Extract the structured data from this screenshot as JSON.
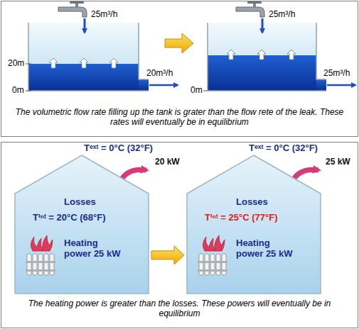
{
  "diagram": {
    "nodes": [
      {
        "text": [
          "The volumetric flow rate filling up the tank is grater than the flow rete of the leak. These rates will eventually be in equilibrium"
        ]
      },
      {
        "text": [
          "The heating power is greater than the losses. These powers will eventually be in equilibrium"
        ]
      },
      {
        "text": [
          "Losses",
          "Tⁱⁿᵗ = 20°C (68°F)",
          "Heating power 25 kW"
        ],
        "in": 1
      },
      {
        "text": [
          "Losses",
          "Tⁱⁿᵗ = 25°C (77°F)",
          "Heating power 25 kW"
        ],
        "in": 1
      }
    ],
    "edges": [
      {
        "from": 2,
        "to": 3,
        "arrow": "to"
      }
    ],
    "labels": [
      "25m³/h",
      "20m",
      "0m",
      "20m³/h",
      "25m³/h",
      "0m",
      "25m³/h",
      "Tᵉˣᵗ = 0°C (32°F)",
      "20 kW",
      "Tᵉˣᵗ = 0°C (32°F)",
      "25 kW"
    ]
  }
}
